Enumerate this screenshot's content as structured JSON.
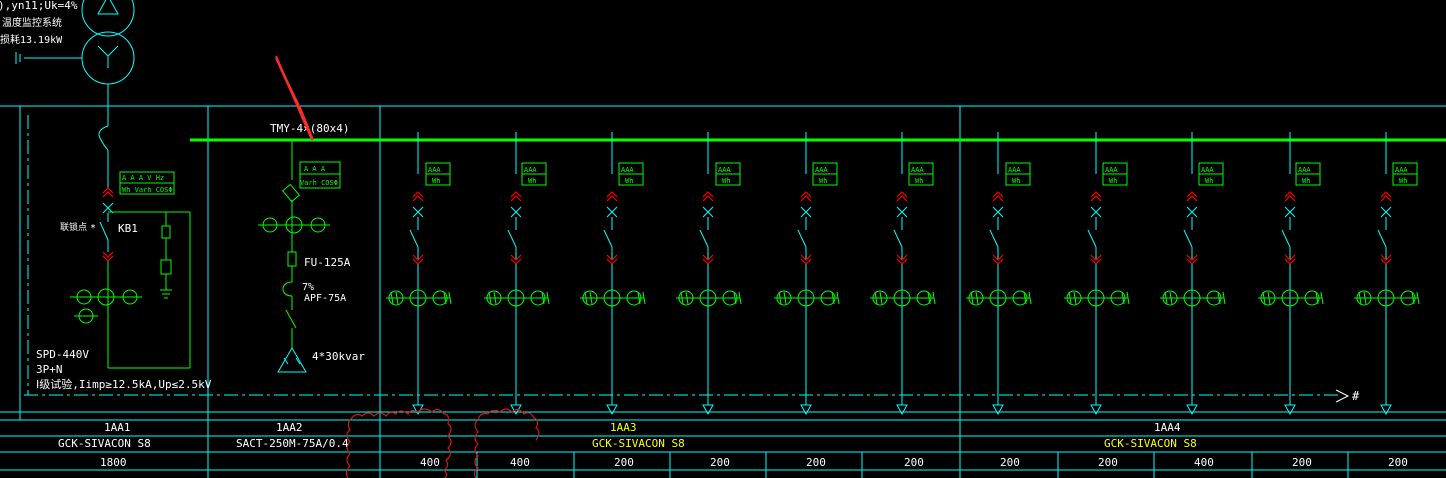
{
  "transformer": {
    "spec_line": "),yn11;Uk=4%",
    "monitor_system": "温度监控系统",
    "loss": "损耗13.19kW"
  },
  "busbar": {
    "label": "TMY-4×(80x4)"
  },
  "incomer": {
    "meter_top": "A A A  V  Hz",
    "meter_bottom": "Wh  Varh  COSΦ",
    "point_label": "联锁点",
    "breaker_label": "KB1",
    "spd_lines": [
      "SPD-440V",
      "3P+N",
      "Ⅰ级试验,Iimp≥12.5kA,Up≤2.5kV"
    ]
  },
  "capacitor": {
    "meter_top": "A A A",
    "meter_bottom": "Varh COSΦ",
    "fuse": "FU-125A",
    "reactor_ratio": "7%",
    "filter": "APF-75A",
    "bank": "4*30kvar"
  },
  "feeder_meter": {
    "top": "A A A",
    "bottom": "Wh"
  },
  "labels": {
    "hash": "#"
  },
  "table": {
    "cabinet_ids": [
      "1AA1",
      "1AA2",
      "1AA3",
      "1AA4"
    ],
    "models": [
      "GCK-SIVACON S8",
      "SACT-250M-75A/0.4",
      "GCK-SIVACON S8",
      "GCK-SIVACON S8"
    ],
    "widths": [
      "1800",
      "400",
      "400",
      "200",
      "200",
      "200",
      "200",
      "200",
      "200",
      "400",
      "200",
      "200"
    ]
  },
  "colors": {
    "cyan": "#00ffff",
    "green": "#00ff00",
    "yellow": "#ffff00",
    "red": "#ff0000",
    "white": "#ffffff",
    "revision_cloud": "#d01818",
    "arrow": "#ff2a2a",
    "background": "#000000"
  }
}
